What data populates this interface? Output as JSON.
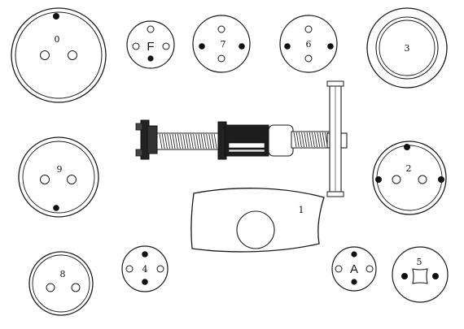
{
  "figure": {
    "adapter_labels": {
      "d0": "0",
      "dF": "F",
      "d7": "7",
      "d6": "6",
      "d3": "3",
      "d9": "9",
      "d2": "2",
      "d1": "1",
      "d8": "8",
      "d4": "4",
      "dA": "A",
      "d5": "5"
    }
  },
  "colors": {
    "line": "#1a1a1a",
    "fill": "#ffffff",
    "dark": "#111111",
    "shade": "#555555"
  }
}
